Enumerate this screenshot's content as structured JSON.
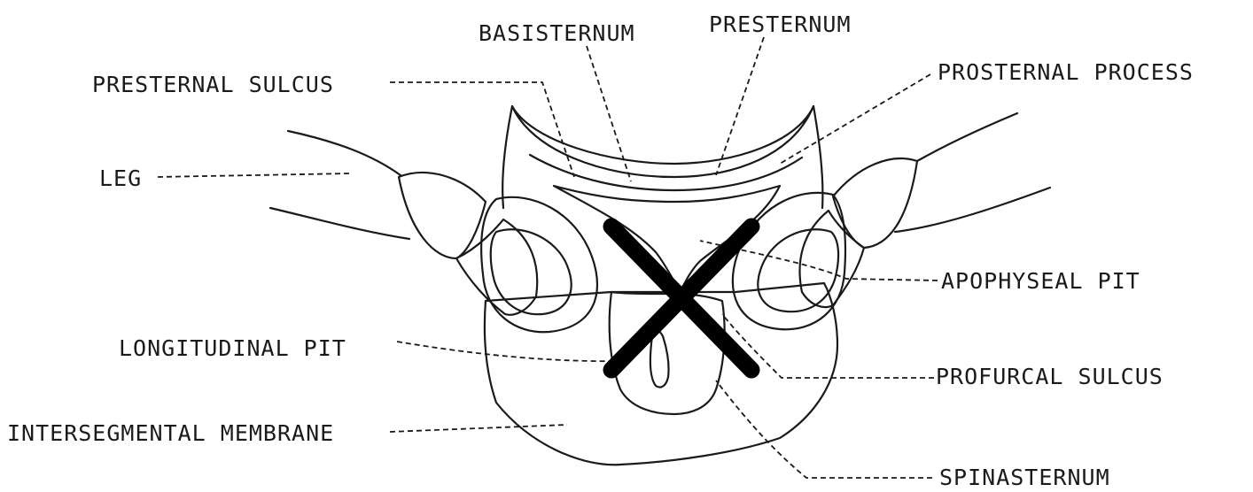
{
  "labels": {
    "basisternum": "BASISTERNUM",
    "presternum": "PRESTERNUM",
    "presternal_sulcus": "PRESTERNAL SULCUS",
    "prosternal_process": "PROSTERNAL PROCESS",
    "leg": "LEG",
    "apophyseal_pit": "APOPHYSEAL PIT",
    "longitudinal_pit": "LONGITUDINAL PIT",
    "profurcal_sulcus": "PROFURCAL SULCUS",
    "intersegmental_membrane": "INTERSEGMENTAL MEMBRANE",
    "spinasternum": "SPINASTERNUM"
  }
}
